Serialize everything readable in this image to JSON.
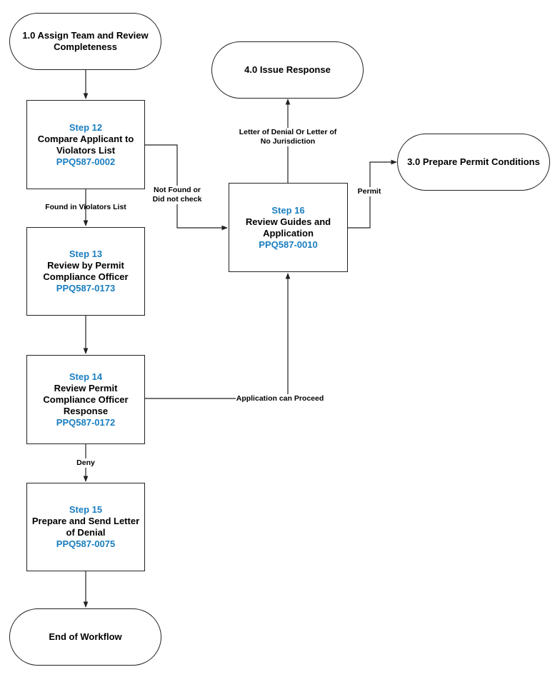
{
  "nodes": {
    "start": {
      "label": "1.0 Assign Team and Review Completeness"
    },
    "issue_response": {
      "label": "4.0 Issue Response"
    },
    "prepare_permit": {
      "label": "3.0 Prepare Permit Conditions"
    },
    "end": {
      "label": "End of Workflow"
    },
    "step12": {
      "step": "Step 12",
      "title": "Compare Applicant to Violators List",
      "code": "PPQ587-0002"
    },
    "step13": {
      "step": "Step 13",
      "title": "Review by Permit Compliance Officer",
      "code": "PPQ587-0173"
    },
    "step14": {
      "step": "Step 14",
      "title": "Review Permit Compliance Officer Response",
      "code": "PPQ587-0172"
    },
    "step15": {
      "step": "Step 15",
      "title": "Prepare and Send Letter of Denial",
      "code": "PPQ587-0075"
    },
    "step16": {
      "step": "Step 16",
      "title": "Review Guides and Application",
      "code": "PPQ587-0010"
    }
  },
  "edges": {
    "found_violators": "Found in Violators List",
    "not_found": "Not Found or Did not check",
    "letter_denial": "Letter of Denial Or Letter of No Jurisdiction",
    "permit": "Permit",
    "can_proceed": "Application can Proceed",
    "deny": "Deny"
  },
  "colors": {
    "step_accent": "#1a7ec0",
    "line": "#222222"
  }
}
